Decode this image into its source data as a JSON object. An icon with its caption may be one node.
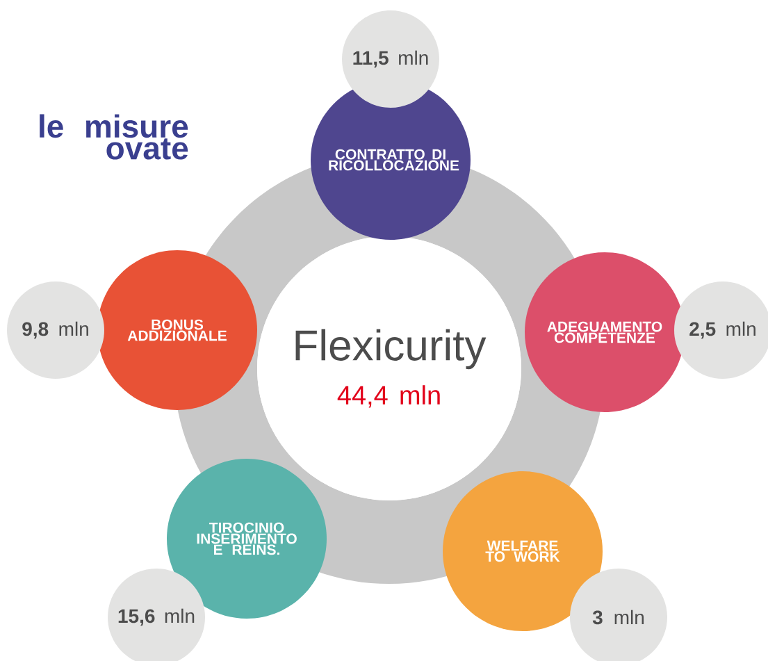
{
  "diagram": {
    "title": "le misure ovate",
    "nodes": [
      {
        "text": [
          "Flexicurity",
          "44,4 mln"
        ]
      },
      {
        "text": [
          "CONTRATTO DI RICOLLOCAZIONE"
        ]
      },
      {
        "text": [
          "**11,5** mln"
        ]
      },
      {
        "text": [
          "BONUS ADDIZIONALE"
        ]
      },
      {
        "text": [
          "**9,8** mln"
        ]
      },
      {
        "text": [
          "ADEGUAMENTO COMPETENZE"
        ]
      },
      {
        "text": [
          "**2,5** mln"
        ]
      },
      {
        "text": [
          "TIROCINIO INSERIMENTO E REINS."
        ]
      },
      {
        "text": [
          "**15,6** mln"
        ]
      },
      {
        "text": [
          "WELFARE TO WORK"
        ]
      },
      {
        "text": [
          "**3** mln"
        ]
      }
    ]
  }
}
